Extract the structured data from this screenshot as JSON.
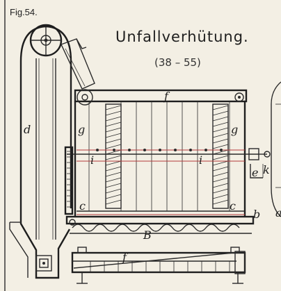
{
  "figure": {
    "label": "Fig.54."
  },
  "title": {
    "main": "Unfallverhütung.",
    "sub": "(38 – 55)"
  },
  "labels": {
    "d": "d",
    "f_top": "f",
    "g_left": "g",
    "g_right": "g",
    "i_left": "i",
    "i_right": "i",
    "e": "e",
    "k": "k",
    "c_left": "c",
    "c_right": "c",
    "b": "b",
    "B": "B",
    "f_bottom": "f",
    "a": "a"
  },
  "colors": {
    "ink": "#2a2a2a",
    "paper": "#f3efe4",
    "accent": "#b33a3a"
  }
}
